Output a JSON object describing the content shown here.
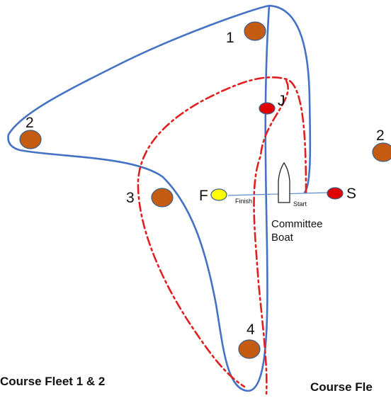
{
  "course": {
    "marks": {
      "mark_1": "1",
      "mark_2_left": "2",
      "mark_2_right": "2",
      "mark_3": "3",
      "mark_4": "4",
      "mark_j": "J",
      "mark_f": "F",
      "mark_s": "S"
    },
    "line_labels": {
      "finish": "Finish",
      "start": "Start"
    },
    "committee_boat": {
      "line1": "Committee",
      "line2": "Boat"
    },
    "captions": {
      "left": "Course Fleet 1 & 2",
      "right": "Course Fle"
    }
  },
  "colors": {
    "rounding_mark": "#C55A11",
    "mark_outline": "#3A5F8A",
    "fleet_course_line": "#4472C4",
    "alt_course_line": "#E02020",
    "start_mark": "#E00000",
    "finish_mark": "#FFFF00",
    "start_finish_line": "#5B8BD0"
  }
}
